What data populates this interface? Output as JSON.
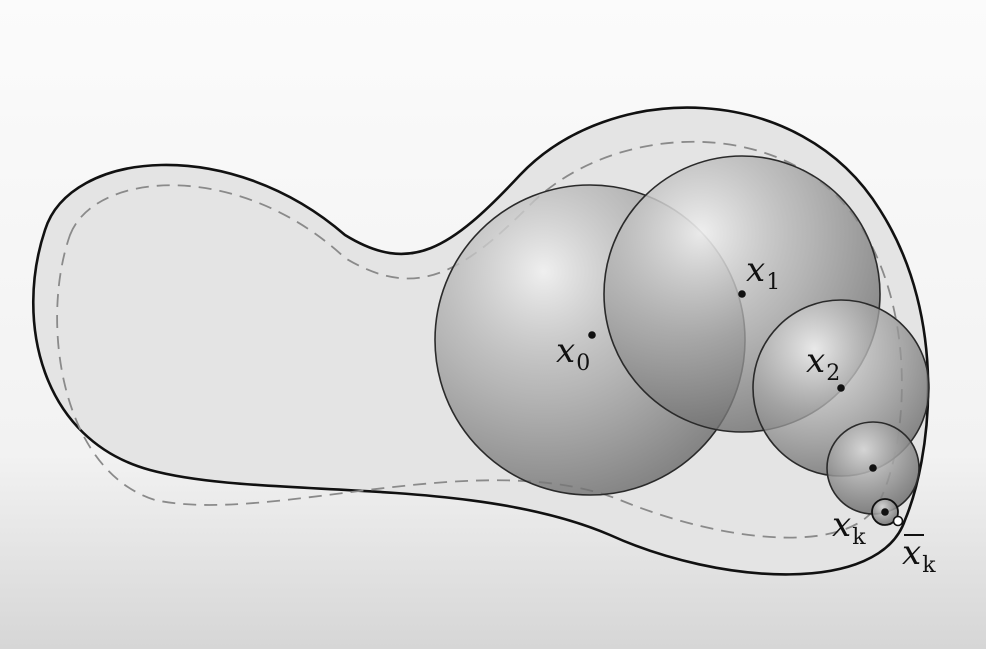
{
  "diagram": {
    "labels": {
      "x0": {
        "base": "x",
        "sub": "0"
      },
      "x1": {
        "base": "x",
        "sub": "1"
      },
      "x2": {
        "base": "x",
        "sub": "2"
      },
      "xk": {
        "base": "x",
        "sub": "k"
      },
      "xbar_k": {
        "base": "x",
        "sub": "k"
      }
    },
    "colors": {
      "background_top": "#fbfbfb",
      "background_bottom": "#d9d9d9",
      "domain_fill": "#e6e6e6",
      "outline": "#111111",
      "dashed_contour": "#8a8a8a",
      "ball_edge": "#2a2a2a",
      "ball_light": "#ececec",
      "ball_dark": "#6a6a6a"
    }
  }
}
